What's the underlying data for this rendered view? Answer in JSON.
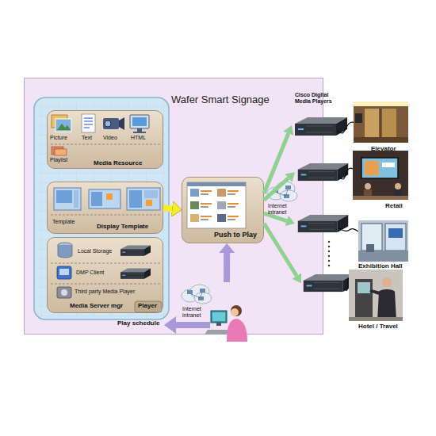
{
  "diagram": {
    "nodes": [
      {
        "text": [
          "Wafer Smart Signage"
        ]
      },
      {
        "text": [
          "Picture",
          "Text",
          "Video",
          "HTML",
          "Playlist",
          "Media Resource"
        ],
        "in": 0
      },
      {
        "text": [
          "Template",
          "Display Template"
        ],
        "in": 0
      },
      {
        "text": [
          "Local Storage",
          "DMP Client",
          "Third party Media Player",
          "Media Server mgr",
          "Player"
        ],
        "in": 0
      },
      {
        "text": [
          "Push to Play"
        ],
        "in": 0
      },
      {
        "text": [
          "Internet intranet"
        ],
        "in": 0
      },
      {
        "text": [
          "Elevator"
        ]
      },
      {
        "text": [
          "Retail"
        ]
      },
      {
        "text": [
          "Exhibition Hall"
        ]
      },
      {
        "text": [
          "Hotel / Travel"
        ]
      }
    ],
    "edges": [
      {
        "from": 2,
        "to": 4,
        "arrow": "to"
      },
      {
        "from": 5,
        "to": 4,
        "arrow": "to"
      },
      {
        "from": 4,
        "to": 6,
        "arrow": "to"
      },
      {
        "from": 4,
        "to": 7,
        "arrow": "to"
      },
      {
        "from": 4,
        "to": 8,
        "arrow": "to"
      },
      {
        "from": 4,
        "to": 9,
        "arrow": "to"
      }
    ],
    "labels": [
      "Cisco Digital Media Players",
      "Internet intranet",
      "Play schedule"
    ]
  }
}
